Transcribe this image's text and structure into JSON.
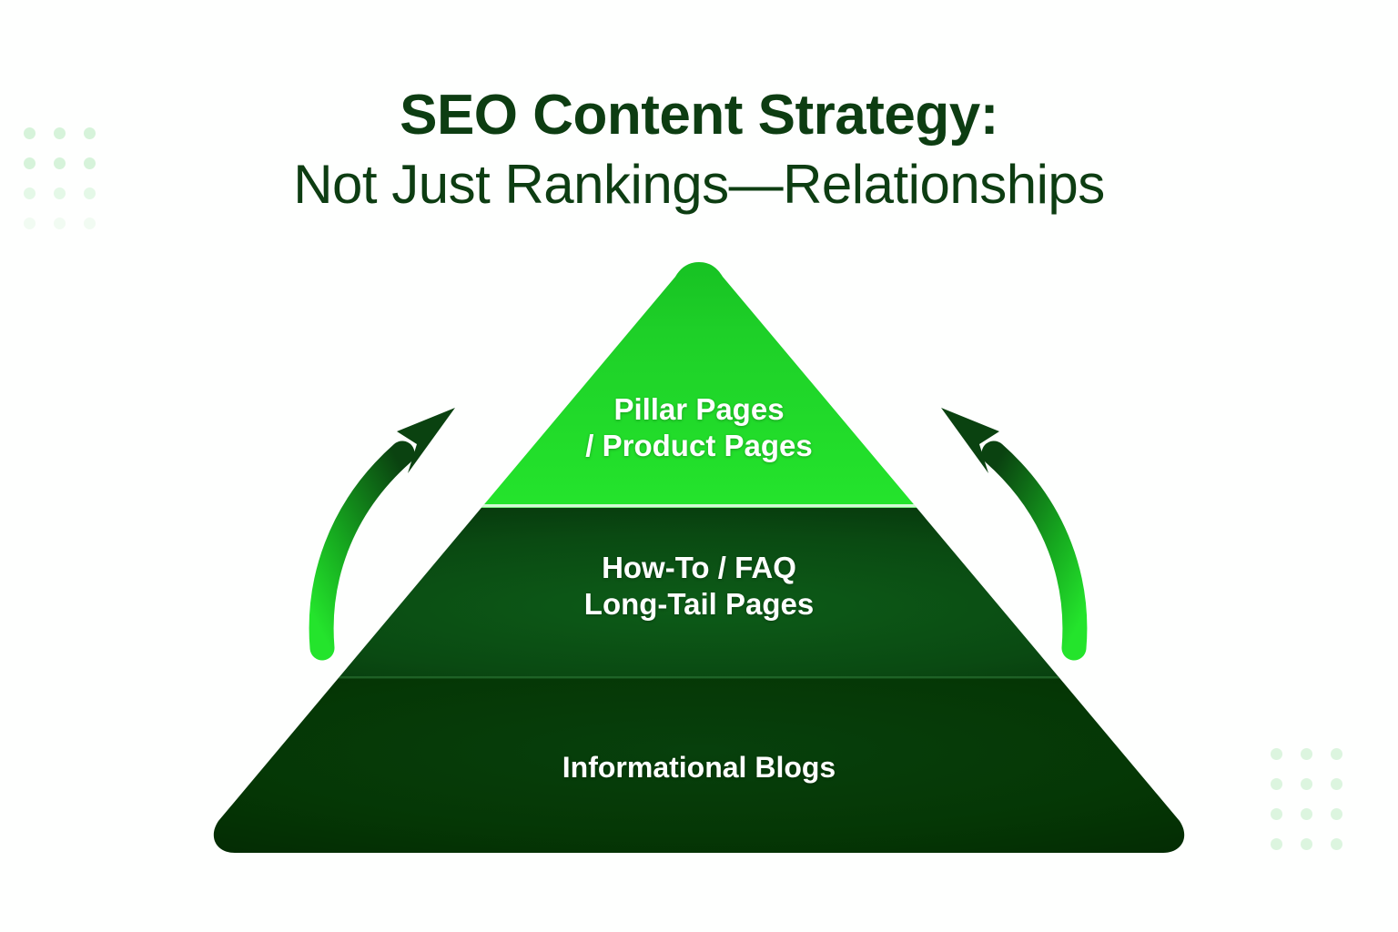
{
  "background_color": "#fefffe",
  "title": {
    "line1": "SEO Content Strategy:",
    "line2": "Not Just Rankings—Relationships",
    "color": "#0d3d12"
  },
  "pyramid": {
    "tiers": [
      {
        "id": "tier-1",
        "position": "top",
        "line1": "Pillar Pages",
        "line2": "/ Product Pages",
        "fill_top": "#17c425",
        "fill_bottom": "#22e02a",
        "text_color": "#ffffff"
      },
      {
        "id": "tier-2",
        "position": "middle",
        "line1": "How-To / FAQ",
        "line2": "Long-Tail Pages",
        "fill_top": "#0a3f10",
        "fill_bottom": "#0b5415",
        "text_color": "#ffffff"
      },
      {
        "id": "tier-3",
        "position": "base",
        "line1": "Informational Blogs",
        "line2": "",
        "fill_top": "#06360a",
        "fill_bottom": "#043204",
        "text_color": "#ffffff"
      }
    ]
  },
  "arrows": [
    {
      "id": "arrow-left",
      "name": "curved-arrow-up-right",
      "direction": "up-right",
      "gradient_start": "#22e02a",
      "gradient_end": "#0b4a12"
    },
    {
      "id": "arrow-right",
      "name": "curved-arrow-up-left",
      "direction": "up-left",
      "gradient_start": "#22e02a",
      "gradient_end": "#0b4a12"
    }
  ],
  "decor": {
    "dot_color": "#d6f3da",
    "dot_color_secondary": "#dcf5df",
    "grid_columns": 3,
    "grid_rows": 4
  },
  "chart_data": {
    "type": "pyramid",
    "title": "SEO Content Strategy: Not Just Rankings—Relationships",
    "categories": [
      "Pillar Pages / Product Pages",
      "How-To / FAQ Long-Tail Pages",
      "Informational Blogs"
    ],
    "levels": [
      {
        "rank": 1,
        "label": "Pillar Pages / Product Pages",
        "width_share": 0.43,
        "color": "#1dd21d"
      },
      {
        "rank": 2,
        "label": "How-To / FAQ Long-Tail Pages",
        "width_share": 0.72,
        "color": "#0b4a14"
      },
      {
        "rank": 3,
        "label": "Informational Blogs",
        "width_share": 1.0,
        "color": "#053905"
      }
    ],
    "legend": [],
    "annotations": [
      "curved arrow pointing up-right on left side",
      "curved arrow pointing up-left on right side"
    ]
  }
}
